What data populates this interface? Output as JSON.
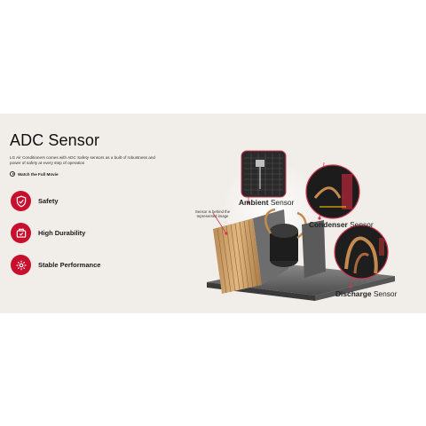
{
  "banner": {
    "title": "ADC Sensor",
    "description": "LG Air Conditioners comes with ADC Safety sensors as a built of robustness and power of safety at every step of operation",
    "watch_label": "Watch the Full Movie",
    "features": [
      {
        "label": "Safety",
        "icon": "shield-check-icon"
      },
      {
        "label": "High Durability",
        "icon": "durability-icon"
      },
      {
        "label": "Stable Performance",
        "icon": "stable-performance-icon"
      }
    ],
    "sensor_note": "Sensor is behind the represented image",
    "sensors": [
      {
        "bold": "Ambient",
        "rest": " Sensor"
      },
      {
        "bold": "Condenser",
        "rest": " Sensor"
      },
      {
        "bold": "Discharge",
        "rest": " Sensor"
      }
    ]
  },
  "colors": {
    "accent": "#c8102e",
    "banner_bg": "#f1eeea"
  }
}
